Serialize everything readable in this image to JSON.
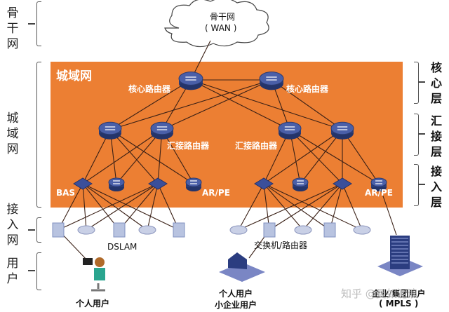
{
  "left_labels": {
    "backbone": "骨干网",
    "metro": "城域网",
    "access_net": "接入网",
    "users": "用户"
  },
  "right_labels": {
    "core": "核心层",
    "aggregation": "汇接层",
    "access": "接入层"
  },
  "cloud": {
    "line1": "骨干网",
    "line2": "( WAN )"
  },
  "metro_title": "城域网",
  "nodes": {
    "core_router_label": "核心路由器",
    "agg_router_label": "汇接路由器",
    "bas_label": "BAS",
    "arpe_label": "AR/PE",
    "dslam_label": "DSLAM",
    "switch_router_label": "交换机/路由器"
  },
  "users": {
    "personal": "个人用户",
    "personal_small_line1": "个人用户",
    "personal_small_line2": "小企业用户",
    "enterprise_line1": "企业/集团用户",
    "enterprise_line2": "( MPLS )"
  },
  "watermark": "知乎 @曼如泥浪",
  "colors": {
    "metro_bg": "#ec7f33",
    "router": "#3b4f8f",
    "device_light": "#b8c3e0"
  }
}
